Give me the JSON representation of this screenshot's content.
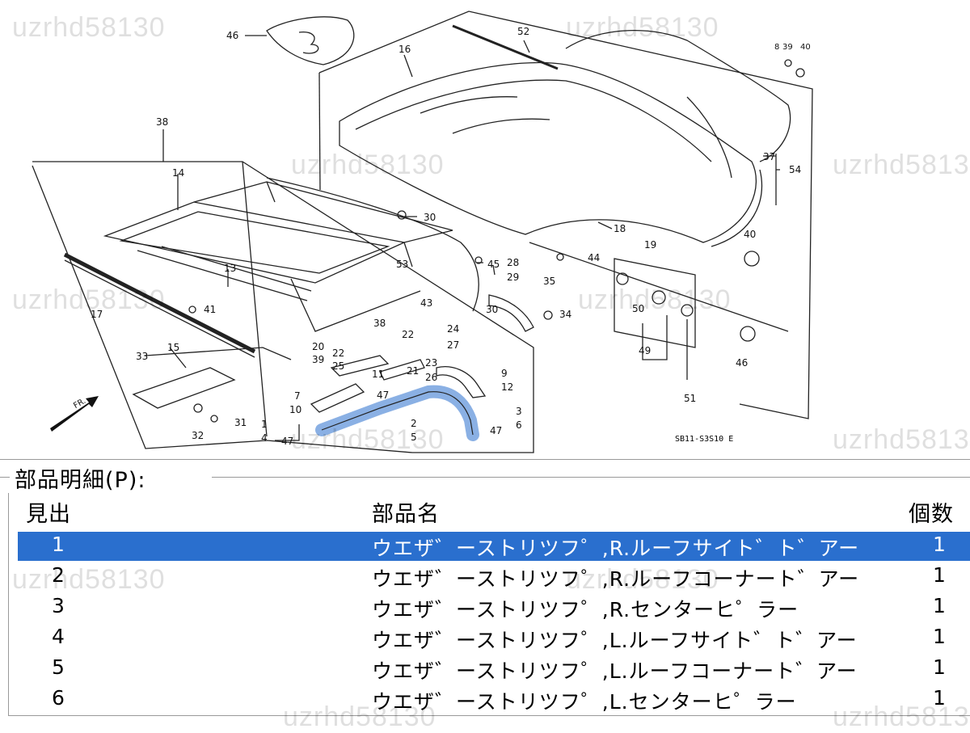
{
  "diagram": {
    "callouts": [
      "46",
      "52",
      "16",
      "8",
      "39",
      "40",
      "38",
      "14",
      "30",
      "13",
      "53",
      "45",
      "28",
      "29",
      "44",
      "35",
      "19",
      "18",
      "37",
      "54",
      "40",
      "17",
      "41",
      "33",
      "15",
      "20",
      "39",
      "22",
      "25",
      "43",
      "38",
      "22",
      "23",
      "24",
      "27",
      "26",
      "30",
      "34",
      "50",
      "49",
      "51",
      "46",
      "7",
      "10",
      "11",
      "47",
      "9",
      "12",
      "21",
      "31",
      "32",
      "1",
      "4",
      "47",
      "2",
      "5",
      "3",
      "6",
      "47"
    ],
    "catalog_code": "SB11-S3S10 E",
    "watermark": "uzrhd58130",
    "arrow_label": "FR."
  },
  "parts": {
    "section_title": "部品明細(P):",
    "columns": {
      "index": "見出",
      "name": "部品名",
      "qty": "個数"
    },
    "rows": [
      {
        "index": "1",
        "name": "ウエザ゛ーストリツフ゜,R.ルーフサイト゛ト゛アー",
        "qty": "1",
        "selected": true
      },
      {
        "index": "2",
        "name": "ウエザ゛ーストリツフ゜,R.ルーフコーナート゛アー",
        "qty": "1",
        "selected": false
      },
      {
        "index": "3",
        "name": "ウエザ゛ーストリツフ゜,R.センターヒ゜ラー",
        "qty": "1",
        "selected": false
      },
      {
        "index": "4",
        "name": "ウエザ゛ーストリツフ゜,L.ルーフサイト゛ト゛アー",
        "qty": "1",
        "selected": false
      },
      {
        "index": "5",
        "name": "ウエザ゛ーストリツフ゜,L.ルーフコーナート゛アー",
        "qty": "1",
        "selected": false
      },
      {
        "index": "6",
        "name": "ウエザ゛ーストリツフ゜,L.センターヒ゜ラー",
        "qty": "1",
        "selected": false
      }
    ]
  }
}
